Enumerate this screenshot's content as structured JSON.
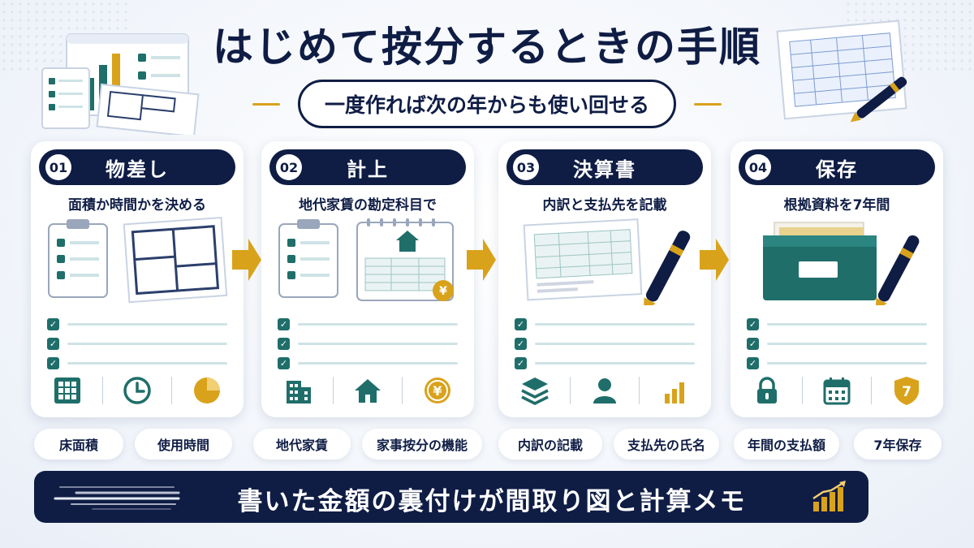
{
  "title": "はじめて按分するときの手順",
  "subtitle": "一度作れば次の年からも使い回せる",
  "steps": [
    {
      "num": "01",
      "title": "物差し",
      "desc": "面積か時間かを決める"
    },
    {
      "num": "02",
      "title": "計上",
      "desc": "地代家賃の勘定科目で"
    },
    {
      "num": "03",
      "title": "決算書",
      "desc": "内訳と支払先を記載"
    },
    {
      "num": "04",
      "title": "保存",
      "desc": "根拠資料を7年間"
    }
  ],
  "icons": [
    [
      "grid-icon",
      "clock-icon",
      "pie-chart-icon"
    ],
    [
      "building-icon",
      "house-icon",
      "yen-coin-icon"
    ],
    [
      "layers-icon",
      "person-icon",
      "bar-chart-icon"
    ],
    [
      "lock-icon",
      "calendar-icon",
      "shield-seven-icon"
    ]
  ],
  "seven_badge": "7",
  "yen_symbol": "¥",
  "pills": [
    "床面積",
    "使用時間",
    "地代家賃",
    "家事按分の機能",
    "内訳の記載",
    "支払先の氏名",
    "年間の支払額",
    "7年保存"
  ],
  "banner": "書いた金額の裏付けが間取り図と計算メモ",
  "colors": {
    "navy": "#0f1d45",
    "gold": "#d9a21b",
    "teal": "#1f6e6a"
  }
}
